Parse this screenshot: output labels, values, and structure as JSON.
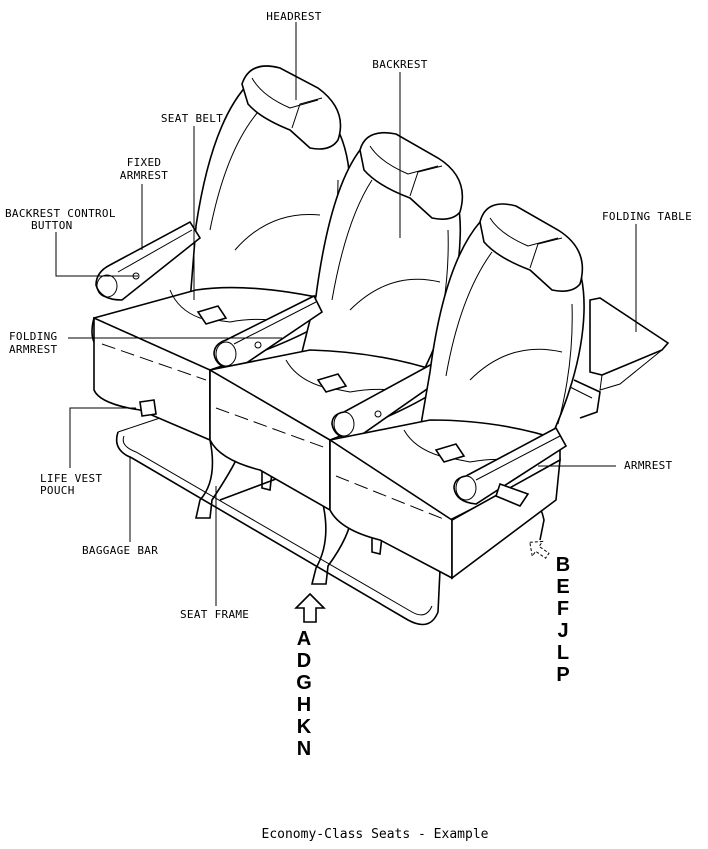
{
  "labels": {
    "headrest": "HEADREST",
    "backrest": "BACKREST",
    "seat_belt": "SEAT BELT",
    "fixed_armrest_1": "FIXED",
    "fixed_armrest_2": "ARMREST",
    "backrest_control_1": "BACKREST CONTROL",
    "backrest_control_2": "BUTTON",
    "folding_table": "FOLDING TABLE",
    "folding_armrest_1": "FOLDING",
    "folding_armrest_2": "ARMREST",
    "armrest": "ARMREST",
    "life_vest_1": "LIFE VEST",
    "life_vest_2": "POUCH",
    "baggage_bar": "BAGGAGE BAR",
    "seat_frame": "SEAT FRAME"
  },
  "view_letters_front": [
    "A",
    "D",
    "G",
    "H",
    "K",
    "N"
  ],
  "view_letters_side": [
    "B",
    "E",
    "F",
    "J",
    "L",
    "P"
  ],
  "caption": "Economy-Class Seats - Example"
}
